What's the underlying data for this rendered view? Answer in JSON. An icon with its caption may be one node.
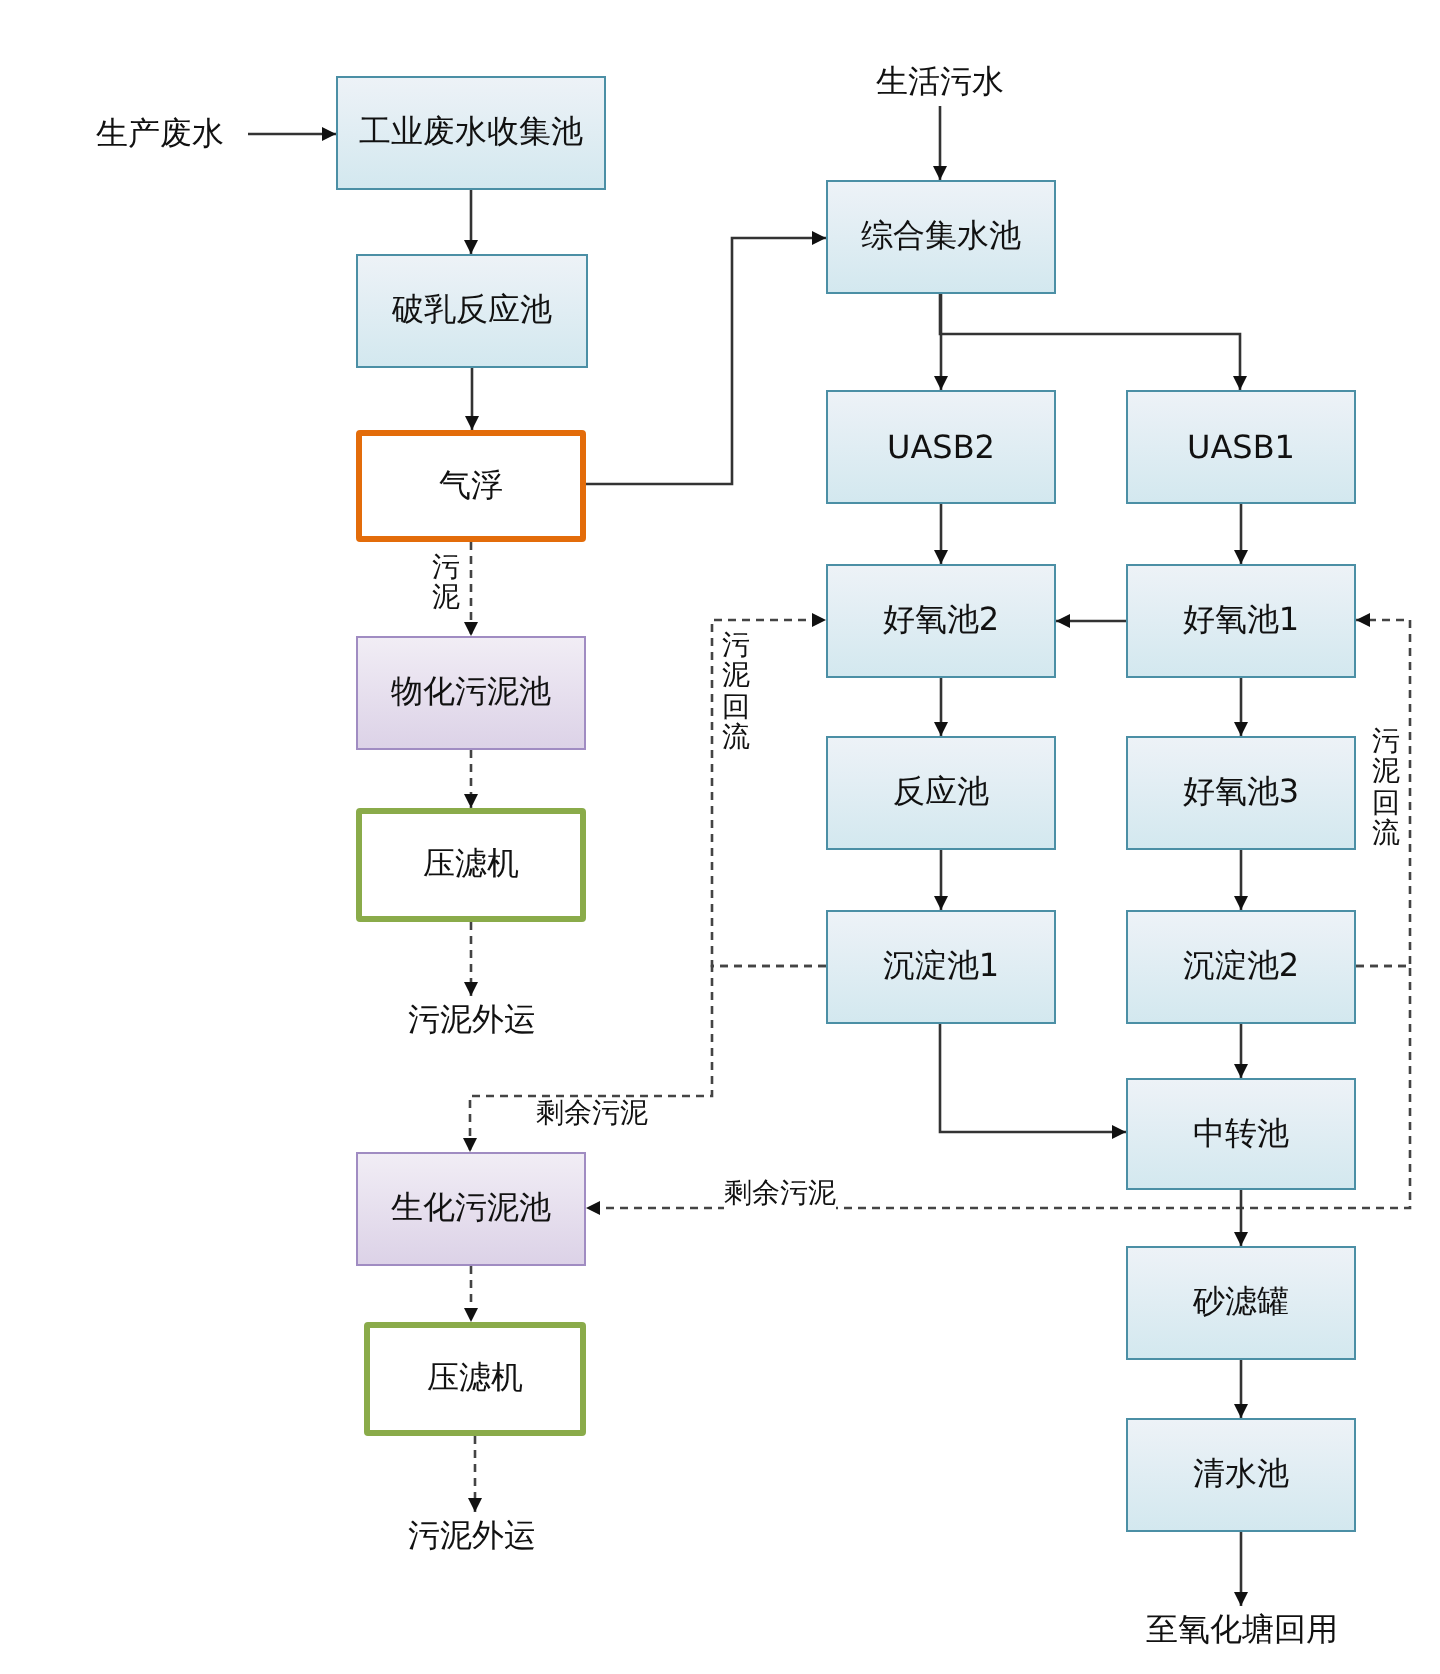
{
  "diagram": {
    "nodes": [
      {
        "text": [
          "生产废水"
        ]
      },
      {
        "text": [
          "工业废水收集池"
        ]
      },
      {
        "text": [
          "破乳反应池"
        ]
      },
      {
        "text": [
          "气浮"
        ]
      },
      {
        "text": [
          "物化污泥池"
        ]
      },
      {
        "text": [
          "压滤机"
        ]
      },
      {
        "text": [
          "污泥外运"
        ]
      },
      {
        "text": [
          "生活污水"
        ]
      },
      {
        "text": [
          "综合集水池"
        ]
      },
      {
        "text": [
          "UASB2"
        ]
      },
      {
        "text": [
          "UASB1"
        ]
      },
      {
        "text": [
          "好氧池2"
        ]
      },
      {
        "text": [
          "好氧池1"
        ]
      },
      {
        "text": [
          "反应池"
        ]
      },
      {
        "text": [
          "好氧池3"
        ]
      },
      {
        "text": [
          "沉淀池1"
        ]
      },
      {
        "text": [
          "沉淀池2"
        ]
      },
      {
        "text": [
          "中转池"
        ]
      },
      {
        "text": [
          "生化污泥池"
        ]
      },
      {
        "text": [
          "压滤机"
        ]
      },
      {
        "text": [
          "污泥外运"
        ]
      },
      {
        "text": [
          "砂滤罐"
        ]
      },
      {
        "text": [
          "清水池"
        ]
      },
      {
        "text": [
          "至氧化塘回用"
        ]
      }
    ],
    "edges": [
      {
        "from": 0,
        "to": 1,
        "arrow": "to"
      },
      {
        "from": 1,
        "to": 2,
        "arrow": "to"
      },
      {
        "from": 2,
        "to": 3,
        "arrow": "to"
      },
      {
        "from": 3,
        "to": 8,
        "arrow": "to"
      },
      {
        "from": 3,
        "to": 4,
        "arrow": "to",
        "style": "dashed",
        "label": "污泥"
      },
      {
        "from": 4,
        "to": 5,
        "arrow": "to",
        "style": "dashed"
      },
      {
        "from": 5,
        "to": 6,
        "arrow": "to",
        "style": "dashed"
      },
      {
        "from": 7,
        "to": 8,
        "arrow": "to"
      },
      {
        "from": 8,
        "to": 9,
        "arrow": "to"
      },
      {
        "from": 8,
        "to": 10,
        "arrow": "to"
      },
      {
        "from": 9,
        "to": 11,
        "arrow": "to"
      },
      {
        "from": 10,
        "to": 12,
        "arrow": "to"
      },
      {
        "from": 12,
        "to": 11,
        "arrow": "to"
      },
      {
        "from": 11,
        "to": 13,
        "arrow": "to"
      },
      {
        "from": 12,
        "to": 14,
        "arrow": "to"
      },
      {
        "from": 13,
        "to": 15,
        "arrow": "to"
      },
      {
        "from": 14,
        "to": 16,
        "arrow": "to"
      },
      {
        "from": 16,
        "to": 17,
        "arrow": "to"
      },
      {
        "from": 15,
        "to": 17,
        "arrow": "to"
      },
      {
        "from": 15,
        "to": 11,
        "arrow": "to",
        "style": "dashed",
        "label": "污泥回流"
      },
      {
        "from": 15,
        "to": 18,
        "arrow": "to",
        "style": "dashed",
        "label": "剩余污泥"
      },
      {
        "from": 16,
        "to": 12,
        "arrow": "to",
        "style": "dashed",
        "label": "污泥回流"
      },
      {
        "from": 16,
        "to": 18,
        "arrow": "to",
        "style": "dashed",
        "label": "剩余污泥"
      },
      {
        "from": 17,
        "to": 21,
        "arrow": "to"
      },
      {
        "from": 21,
        "to": 22,
        "arrow": "to"
      },
      {
        "from": 22,
        "to": 23,
        "arrow": "to"
      },
      {
        "from": 18,
        "to": 19,
        "arrow": "to",
        "style": "dashed"
      },
      {
        "from": 19,
        "to": 20,
        "arrow": "to",
        "style": "dashed"
      }
    ]
  }
}
